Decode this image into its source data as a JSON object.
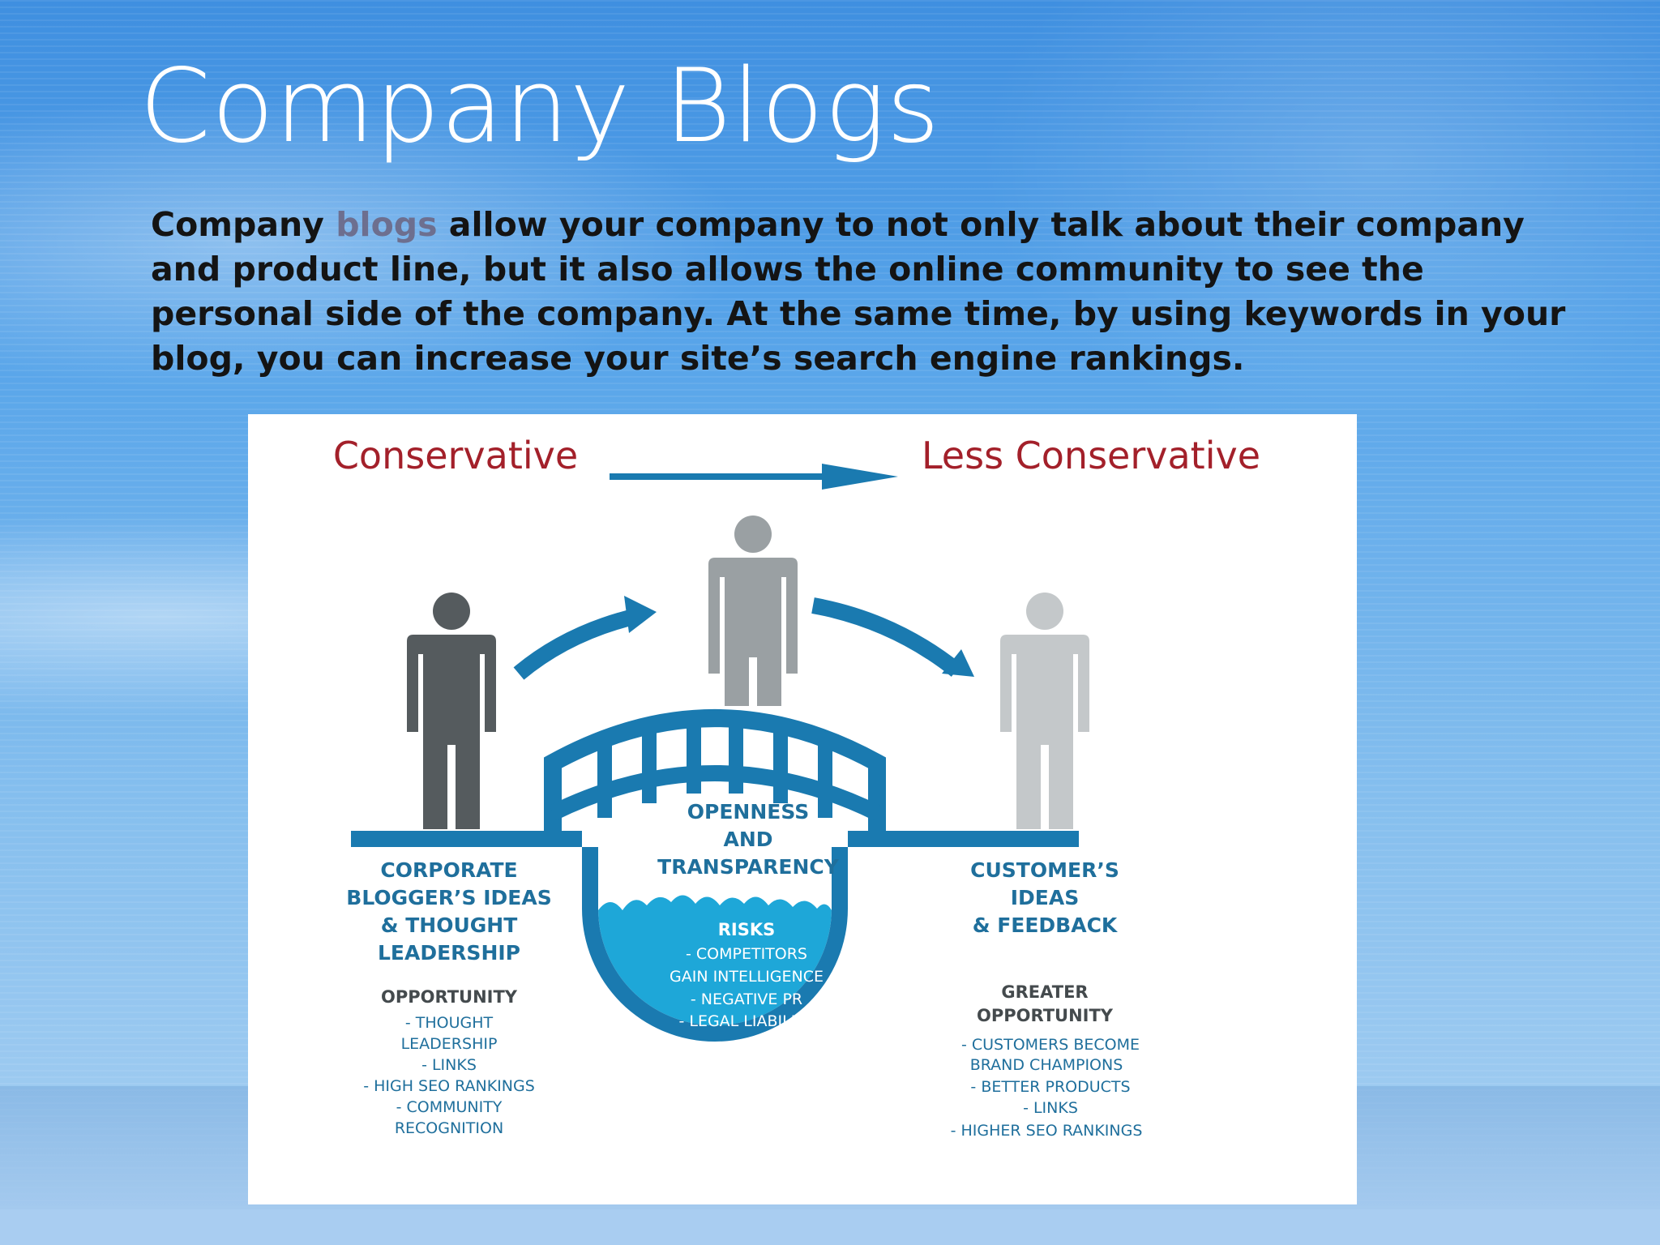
{
  "slide": {
    "title": "Company Blogs",
    "body_prefix": "Company ",
    "body_highlight": "blogs",
    "body_rest": " allow your company to not only talk about their company and product line, but it also allows the online community to see the personal side of the company.  At the same time, by using keywords in your blog, you can increase your site’s search engine rankings."
  },
  "diagram": {
    "left_heading": "Conservative",
    "right_heading": "Less Conservative",
    "left_title_lines": [
      "CORPORATE",
      "BLOGGER’S IDEAS",
      "& THOUGHT",
      "LEADERSHIP"
    ],
    "left_sub_heading": "OPPORTUNITY",
    "left_items": [
      "- THOUGHT",
      "LEADERSHIP",
      "- LINKS",
      "- HIGH SEO RANKINGS",
      "- COMMUNITY",
      "RECOGNITION"
    ],
    "center_title_lines": [
      "OPENNESS",
      "AND",
      "TRANSPARENCY"
    ],
    "center_sub_heading": "RISKS",
    "center_items": [
      "- COMPETITORS",
      "GAIN INTELLIGENCE",
      "- NEGATIVE PR",
      "- LEGAL LIABILITY"
    ],
    "right_title_lines": [
      "CUSTOMER’S",
      "IDEAS",
      "& FEEDBACK"
    ],
    "right_sub_heading_lines": [
      "GREATER",
      "OPPORTUNITY"
    ],
    "right_items": [
      "- CUSTOMERS BECOME",
      "BRAND CHAMPIONS",
      "- BETTER PRODUCTS",
      "- LINKS",
      "- HIGHER SEO RANKINGS"
    ]
  },
  "colors": {
    "heading_red": "#a3202a",
    "bridge_blue": "#1a7ab0",
    "water_blue": "#1ea7d8",
    "person_dark": "#555b5e",
    "person_mid": "#9aa0a3",
    "person_light": "#c4c8ca",
    "label_blue": "#1f6f9c"
  }
}
